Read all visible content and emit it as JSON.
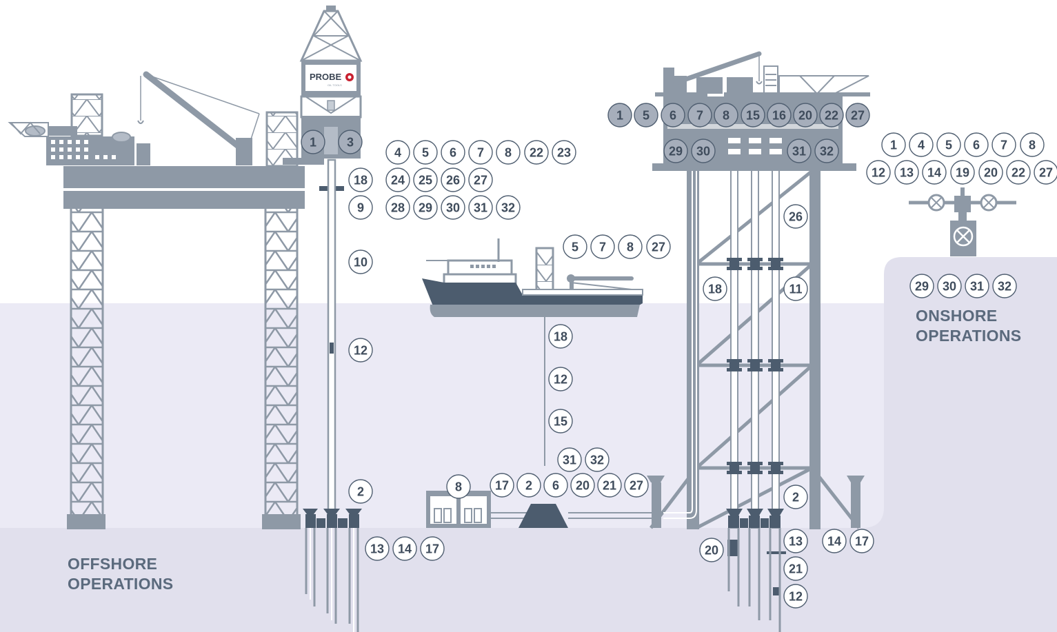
{
  "brand": {
    "logo_text": "PROBE",
    "logo_subtext": "OIL TOOLS"
  },
  "colors": {
    "structure": "#8e99a6",
    "hull": "#4c5c6e",
    "sea": "#ebeaf5",
    "seabed": "#e1e0ed",
    "label_text": "#5b6a7d",
    "badge_filled": "#a6aebb",
    "badge_stroke": "#4f5e70"
  },
  "zones": {
    "offshore": {
      "line1": "OFFSHORE",
      "line2": "OPERATIONS"
    },
    "onshore": {
      "line1": "ONSHORE",
      "line2": "OPERATIONS"
    }
  },
  "badges": {
    "drilling_rig_deck": [
      "1",
      "3"
    ],
    "rig_services_row1": [
      "4",
      "5",
      "6",
      "7",
      "8",
      "22",
      "23"
    ],
    "rig_services_row2": [
      "24",
      "25",
      "26",
      "27"
    ],
    "rig_services_row3": [
      "28",
      "29",
      "30",
      "31",
      "32"
    ],
    "rig_riser": [
      "18",
      "9",
      "10",
      "12",
      "2"
    ],
    "rig_seabed": [
      "13",
      "14",
      "17"
    ],
    "vessel_deck": [
      "5",
      "7",
      "8",
      "27"
    ],
    "vessel_line": [
      "18",
      "12",
      "15"
    ],
    "vessel_line_extra": [
      "31",
      "32"
    ],
    "subsea_manifold": [
      "8"
    ],
    "subsea_row": [
      "17",
      "2",
      "6",
      "20",
      "21",
      "27"
    ],
    "platform_deck_row1": [
      "1",
      "5",
      "6",
      "7",
      "8",
      "15",
      "16",
      "20",
      "22",
      "27"
    ],
    "platform_deck_row2_left": [
      "29",
      "30"
    ],
    "platform_deck_row2_right": [
      "31",
      "32"
    ],
    "platform_jacket": [
      "26",
      "18",
      "11",
      "2"
    ],
    "platform_wells": [
      "20",
      "13",
      "21",
      "12"
    ],
    "platform_seabed": [
      "14",
      "17"
    ],
    "onshore_row1": [
      "1",
      "4",
      "5",
      "6",
      "7",
      "8"
    ],
    "onshore_row2": [
      "12",
      "13",
      "14",
      "19",
      "20",
      "22",
      "27"
    ],
    "onshore_row3": [
      "29",
      "30",
      "31",
      "32"
    ]
  }
}
